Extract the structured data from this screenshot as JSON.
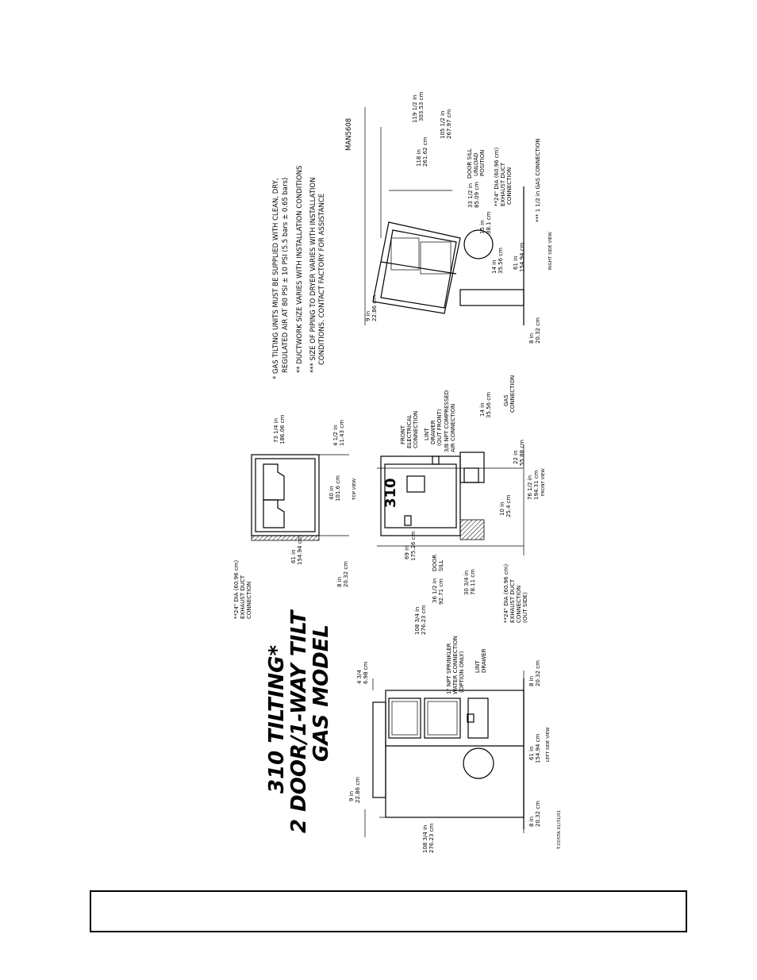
{
  "title": {
    "line1": "310 TILTING*",
    "line2": "2 DOOR/1-WAY TILT",
    "line3": "GAS MODEL"
  },
  "notes": {
    "n1a": "* GAS TILTING UNITS MUST BE SUPPLIED WITH CLEAN, DRY,",
    "n1b": "REGULATED AIR AT 80 PSI ± 10 PSI (5.5 bars ± 0.65 bars)",
    "n2": "** DUCTWORK SIZE VARIES WITH INSTALLATION CONDITIONS",
    "n3a": "*** SIZE OF PIPING TO DRYER VARIES WITH INSTALLATION",
    "n3b": "CONDITIONS. CONTACT FACTORY FOR ASSISTANCE"
  },
  "drawing_id": "MAN5608",
  "author": "T.COSTA 01/31/01",
  "left_view": {
    "name": "LEFT SIDE VIEW",
    "d1": "4 3/4",
    "d1m": "6.98 cm",
    "d2": "9 in",
    "d2m": "22.86 cm",
    "d3": "108 3/4 in",
    "d3m": "276.23 cm",
    "d4": "8 in",
    "d4m": "20.32 cm",
    "d5": "61 in",
    "d5m": "154.94 cm",
    "d6": "8 in",
    "d6m": "20.32 cm",
    "sprinkler": "1\" NPT SPRINKLER",
    "sprinkler2": "WATER CONNECTION",
    "sprinkler3": "(OPTION ONLY)",
    "lint": "LINT",
    "lint2": "DRAWER"
  },
  "top_view": {
    "name": "TOP VIEW",
    "d1": "73 1/4 in",
    "d1m": "186.06 cm",
    "d2": "4 1/2 in",
    "d2m": "11.43 cm",
    "d3": "40 in",
    "d3m": "101.6 cm",
    "d4": "61 in",
    "d4m": "154.94 cm",
    "d5": "8 in",
    "d5m": "20.32 cm",
    "duct": "**24\" DIA (60.96 cm)",
    "duct2": "EXHAUST DUCT",
    "duct3": "CONNECTION"
  },
  "front_view": {
    "name": "FRONT VIEW",
    "model": "310",
    "front_elec": "FRONT",
    "front_elec2": "ELECTRICAL",
    "front_elec3": "CONNECTION",
    "lint": "LINT",
    "lint2": "DRAWER",
    "lint3": "(OUT FRONT)",
    "air": "3/8 NPT COMPRESSED",
    "air2": "AIR CONNECTION",
    "gas": "GAS",
    "gas2": "CONNECTION",
    "d14": "14 in",
    "d14m": "35.56 cm",
    "d22": "22 in",
    "d22m": "55.88 cm",
    "d76": "76 1/2 in",
    "d76m": "194.31 cm",
    "d10": "10 in",
    "d10m": "25.4 cm",
    "d69": "69 in",
    "d69m": "175.26 cm",
    "d36": "36 1/2 in",
    "d36m": "92.71 cm",
    "d30": "30 3/4 in",
    "d30m": "78.11 cm",
    "d108": "108 3/4 in",
    "d108m": "276.23 cm",
    "sill": "DOOR",
    "sill2": "SILL",
    "duct": "**24\" DIA (60.96 cm)",
    "duct2": "EXHAUST DUCT",
    "duct3": "CONNECTION",
    "duct4": "(OUT SIDE)"
  },
  "right_view": {
    "name": "RIGHT SIDE VIEW",
    "d119": "119 1/2 in",
    "d119m": "303.53 cm",
    "d105": "105 1/2 in",
    "d105m": "267.97 cm",
    "d118": "118 in",
    "d118m": "261.62 cm",
    "sill": "DOOR SILL",
    "sill2": "UNLOAD",
    "sill3": "POSITION",
    "d33": "33 1/2 in",
    "d33m": "85.09 cm",
    "d15": "15 in",
    "d15m": "38.1 cm",
    "duct": "**24\" DIA (60.96 cm)",
    "duct2": "EXHAUST DUCT",
    "duct3": "CONNECTION",
    "gasconn": "*** 1 1/2 in GAS CONNECTION",
    "d14": "14 in",
    "d14m": "35.56 cm",
    "d61": "61 in",
    "d61m": "154.94 cm",
    "d9": "9 in",
    "d9m": "22.86 cm",
    "d8": "8 in",
    "d8m": "20.32 cm"
  }
}
